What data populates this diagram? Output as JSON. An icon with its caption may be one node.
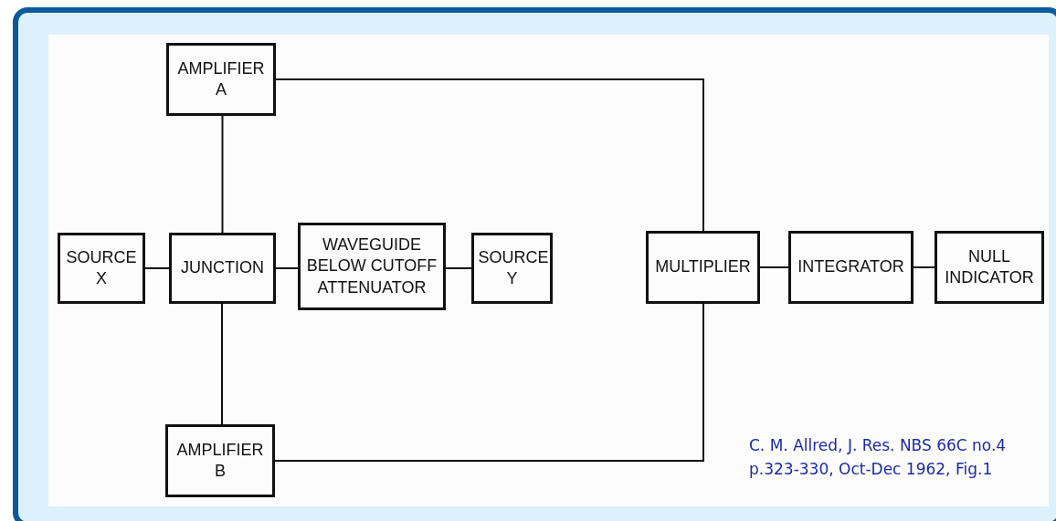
{
  "diagram": {
    "caption": "C. M. Allred, J. Res. NBS 66C no.4 p.323-330, Oct-Dec 1962, Fig.1",
    "nodes": [
      {
        "text": [
          "AMPLIFIER A"
        ]
      },
      {
        "text": [
          "SOURCE X"
        ]
      },
      {
        "text": [
          "JUNCTION"
        ]
      },
      {
        "text": [
          "WAVEGUIDE BELOW CUTOFF ATTENUATOR"
        ]
      },
      {
        "text": [
          "SOURCE Y"
        ]
      },
      {
        "text": [
          "MULTIPLIER"
        ]
      },
      {
        "text": [
          "INTEGRATOR"
        ]
      },
      {
        "text": [
          "NULL INDICATOR"
        ]
      },
      {
        "text": [
          "AMPLIFIER B"
        ]
      }
    ],
    "edges": [
      {
        "from": 0,
        "to": 2,
        "arrow": "none"
      },
      {
        "from": 1,
        "to": 2,
        "arrow": "none"
      },
      {
        "from": 2,
        "to": 3,
        "arrow": "none"
      },
      {
        "from": 3,
        "to": 4,
        "arrow": "none"
      },
      {
        "from": 0,
        "to": 5,
        "arrow": "none"
      },
      {
        "from": 8,
        "to": 5,
        "arrow": "none"
      },
      {
        "from": 5,
        "to": 6,
        "arrow": "none"
      },
      {
        "from": 6,
        "to": 7,
        "arrow": "none"
      },
      {
        "from": 2,
        "to": 8,
        "arrow": "none"
      }
    ]
  }
}
